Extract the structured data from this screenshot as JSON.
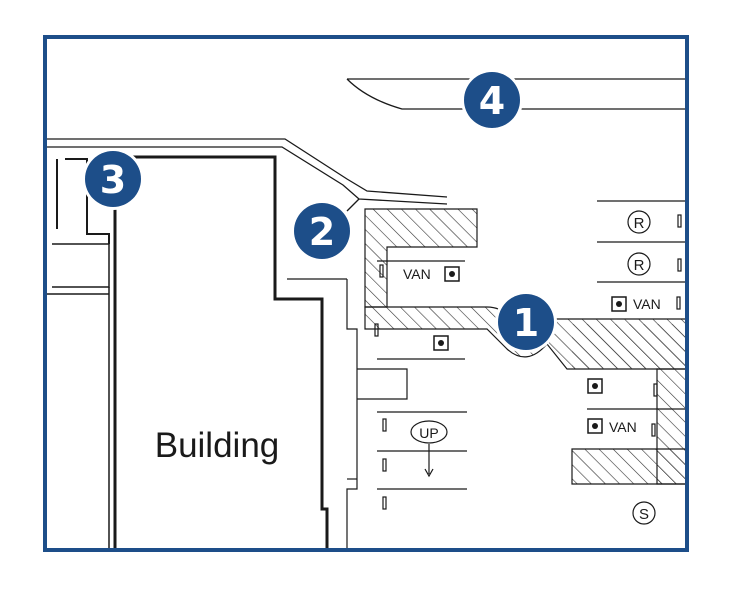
{
  "colors": {
    "frame": "#1d4e89",
    "badge_fill": "#1d4e89",
    "badge_text": "#ffffff",
    "line": "#1a1a1a",
    "hatch": "#333333"
  },
  "building_label": "Building",
  "callouts": [
    "1",
    "2",
    "3",
    "4"
  ],
  "stall_labels": {
    "van_left": "VAN",
    "van_right_top": "VAN",
    "van_right_bottom": "VAN",
    "reserved_top": "R",
    "reserved_bottom": "R",
    "up": "UP",
    "s": "S"
  },
  "icons": [
    "accessible-parking-icon"
  ]
}
